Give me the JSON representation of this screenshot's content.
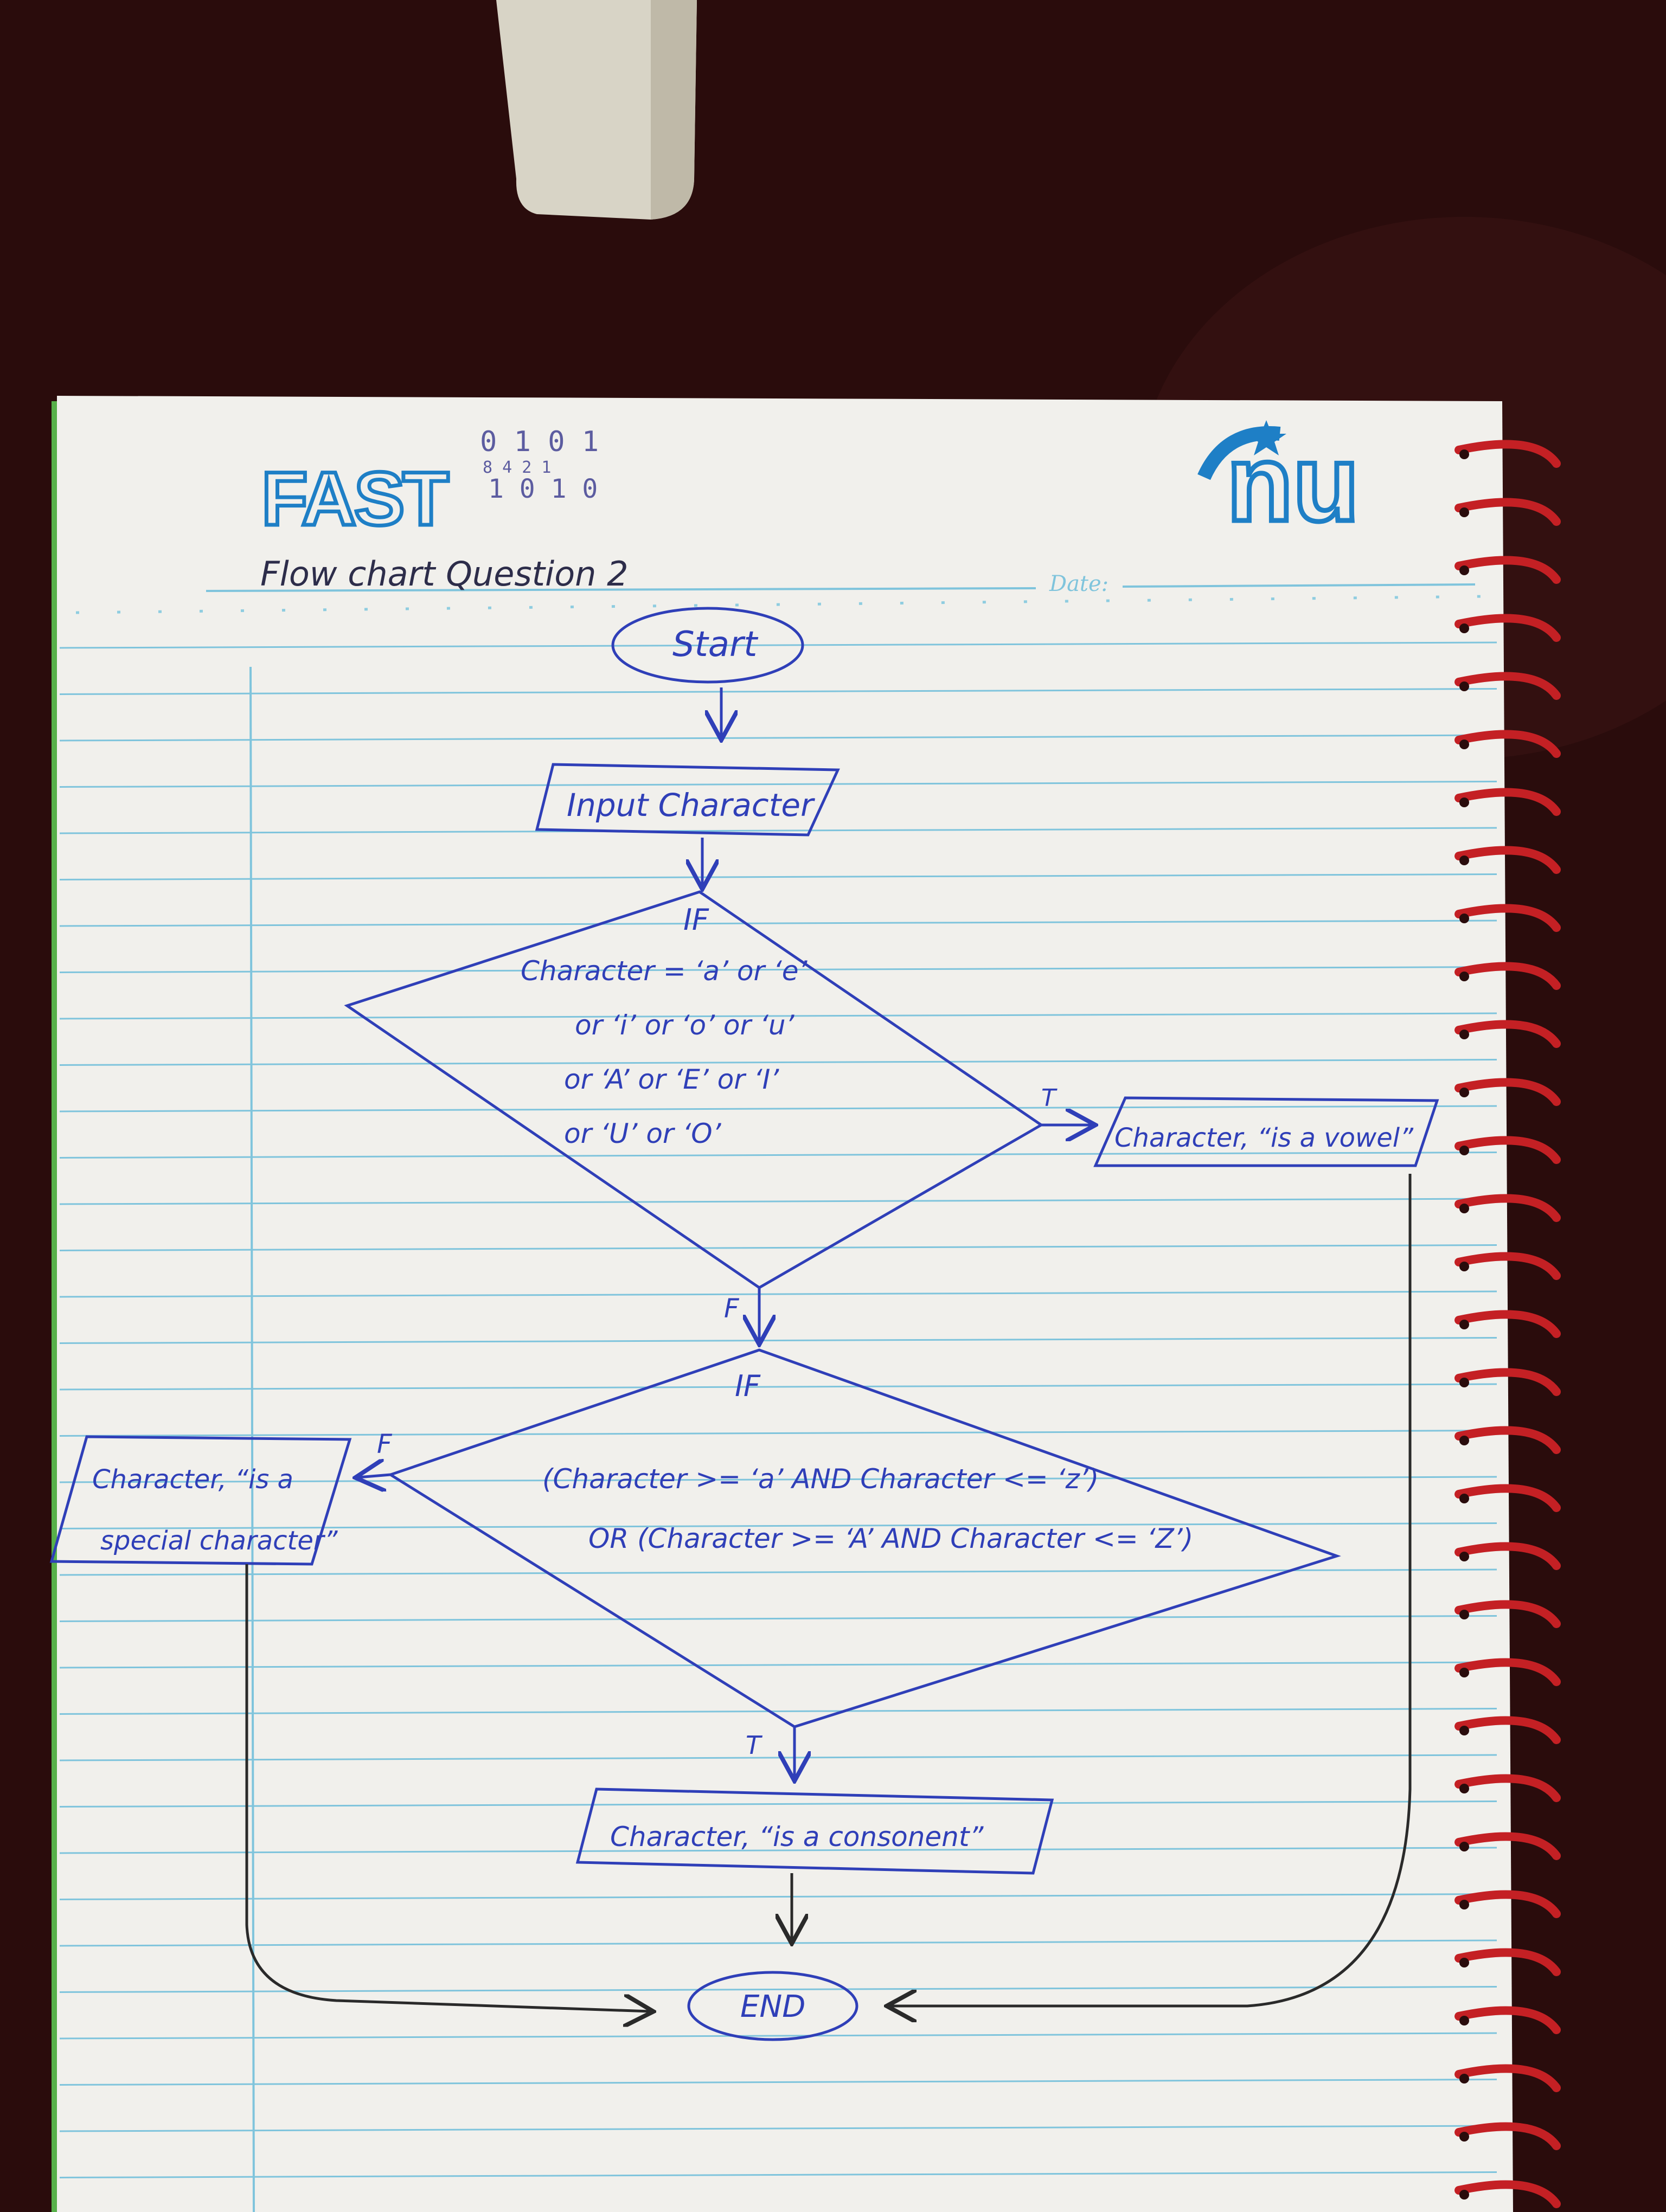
{
  "header": {
    "logo_left": "FAST",
    "logo_right": "nu",
    "binary_top": "0 1 0 1",
    "binary_weights": "8 4 2 1",
    "binary_bottom": "1 0 1 0",
    "title": "Flow chart Question 2",
    "date_label": "Date:"
  },
  "flowchart": {
    "start": "Start",
    "input": "Input Character",
    "decision1": {
      "if": "IF",
      "lines": [
        "Character = ‘a’ or ‘e’",
        "or ‘i’ or ‘o’ or ‘u’",
        "or ‘A’ or ‘E’ or ‘I’",
        "or ‘U’ or ‘O’"
      ],
      "true_label": "T",
      "false_label": "F"
    },
    "vowel_output": "Character, “is a vowel”",
    "decision2": {
      "if": "IF",
      "lines": [
        "(Character >= ‘a’ AND Character <= ‘z’)",
        "OR (Character >= ‘A’ AND Character <= ‘Z’)"
      ],
      "true_label": "T",
      "false_label": "F"
    },
    "special_output": [
      "Character, “is a",
      "special character”"
    ],
    "consonant_output": "Character, “is a consonent”",
    "end": "END"
  },
  "colors": {
    "background": "#2a0c0c",
    "paper": "#f1f0ec",
    "rule_line": "#7fc4dc",
    "margin_line": "#7fc4dc",
    "ink_blue": "#2f3fb8",
    "ink_black": "#2a2a2a",
    "spiral": "#c42024",
    "logo_blue": "#1e7fc6"
  }
}
